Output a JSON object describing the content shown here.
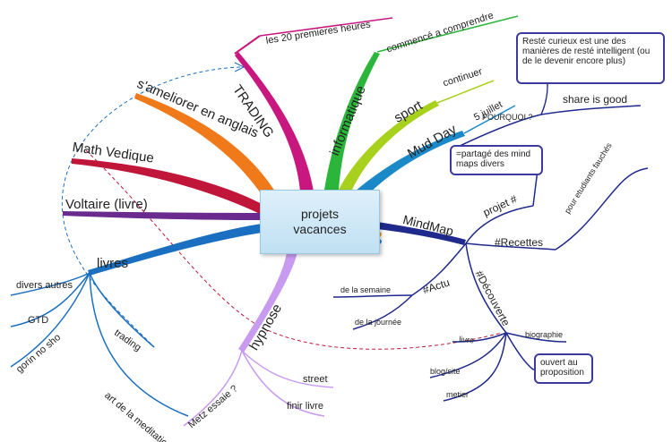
{
  "center": {
    "line1": "projets",
    "line2": "vacances"
  },
  "branches": {
    "trading": "TRADING",
    "trading_child": "les 20 premieres heures",
    "anglais": "s'ameliorer en anglais",
    "math": "Math Vedique",
    "voltaire": "Voltaire (livre)",
    "livres": "livres",
    "informatique": "informatique",
    "informatique_child": "commencé a comprendre",
    "sport": "sport",
    "sport_child": "continuer",
    "mudday": "Mud Day",
    "mudday_child": "5 juillet",
    "hypnose": "hypnose",
    "mindmap": "MindMap"
  },
  "livres_children": [
    "divers autres",
    "GTD",
    "gorin no sho",
    "trading",
    "art de la meditation"
  ],
  "hypnose_children": [
    "street",
    "finir livre",
    "Metz essaie ?"
  ],
  "mindmap_children": {
    "projet": "projet #",
    "recettes": "#Recettes",
    "recettes_child": "pour etudiants fauchés",
    "actu": "#Actu",
    "actu_children": [
      "de la semaine",
      "de la journée"
    ],
    "decouverte": "#Découverte",
    "decouverte_children": [
      "livre",
      "biographie",
      "blog/site",
      "metier"
    ],
    "pourquoi": "POURQUOI ?",
    "share": "share is good"
  },
  "notes": {
    "curieux": "Resté curieux est une des manières de resté intelligent (ou de le devenir encore plus)",
    "partage": "=partagé des mind maps divers",
    "ouvert": "ouvert au proposition"
  },
  "colors": {
    "trading": "#c8177f",
    "anglais": "#f07a1a",
    "math": "#c0163a",
    "voltaire": "#6a2a8e",
    "livres": "#1b6fc0",
    "informatique": "#2bb53a",
    "sport": "#a8d11e",
    "mudday": "#1b89c8",
    "hypnose": "#c89bf0",
    "mindmap": "#1f2a8c"
  }
}
